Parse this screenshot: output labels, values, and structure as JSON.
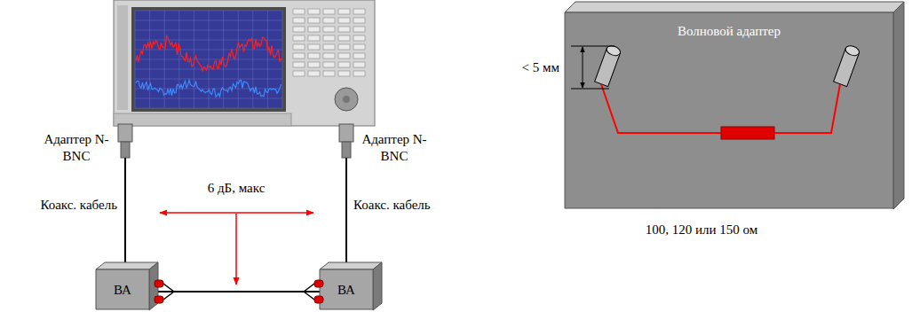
{
  "diagram": {
    "nodes": [
      {
        "text": [
          "ВА"
        ]
      },
      {
        "text": [
          "ВА"
        ]
      },
      {
        "text": [
          "Волновой адаптер"
        ]
      }
    ],
    "edges": [
      {
        "from": 0,
        "to": 1,
        "arrow": "none"
      }
    ],
    "labels": [
      "Адаптер N-BNC",
      "Адаптер N-BNC",
      "Коакс. кабель",
      "Коакс. кабель",
      "6 дБ, макс",
      "< 5 мм",
      "100, 120 или 150 ом"
    ]
  }
}
